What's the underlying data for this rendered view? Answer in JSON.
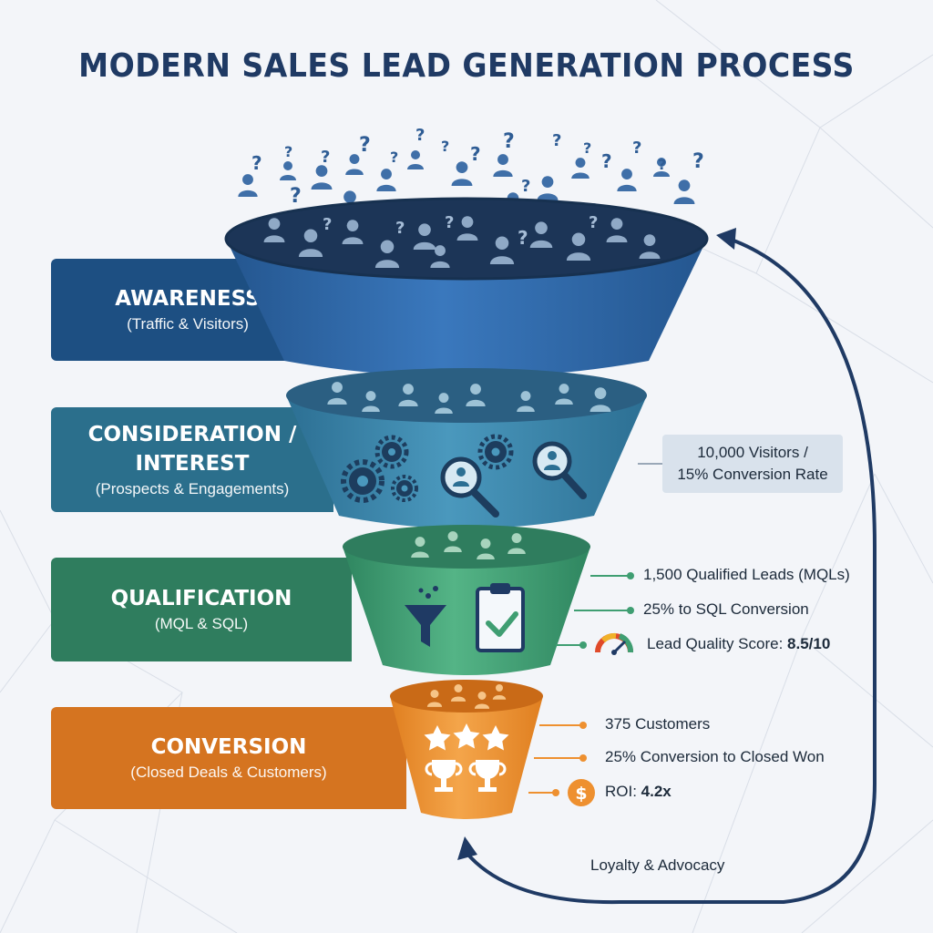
{
  "title": "MODERN SALES LEAD GENERATION PROCESS",
  "stages": [
    {
      "name": "AWARENESS",
      "sub": "(Traffic & Visitors)",
      "color": "#1d4f82"
    },
    {
      "name_line1": "CONSIDERATION /",
      "name_line2": "INTEREST",
      "sub": "(Prospects & Engagements)",
      "color": "#2b6f8c"
    },
    {
      "name": "QUALIFICATION",
      "sub": "(MQL & SQL)",
      "color": "#2f7d5e"
    },
    {
      "name": "CONVERSION",
      "sub": "(Closed Deals & Customers)",
      "color": "#d57420"
    }
  ],
  "consideration_metric": {
    "line1": "10,000 Visitors /",
    "line2": "15% Conversion Rate"
  },
  "qualification_metrics": {
    "leads": "1,500 Qualified Leads (MQLs)",
    "sql": "25% to SQL Conversion",
    "score_label": "Lead Quality Score: ",
    "score_value": "8.5/10"
  },
  "conversion_metrics": {
    "customers": "375 Customers",
    "closed": "25% Conversion to Closed Won",
    "roi_label": "ROI: ",
    "roi_value": "4.2x"
  },
  "loop_label": "Loyalty & Advocacy",
  "icons": [
    "person-icon",
    "question-mark-icon",
    "gear-icon",
    "magnifier-person-icon",
    "filter-icon",
    "clipboard-check-icon",
    "gauge-icon",
    "star-icon",
    "trophy-icon",
    "dollar-icon"
  ],
  "colors": {
    "navy": "#1f3a64",
    "blue": "#2f67a8",
    "teal": "#3b86a8",
    "green": "#3f9e72",
    "orange": "#ee9030"
  }
}
